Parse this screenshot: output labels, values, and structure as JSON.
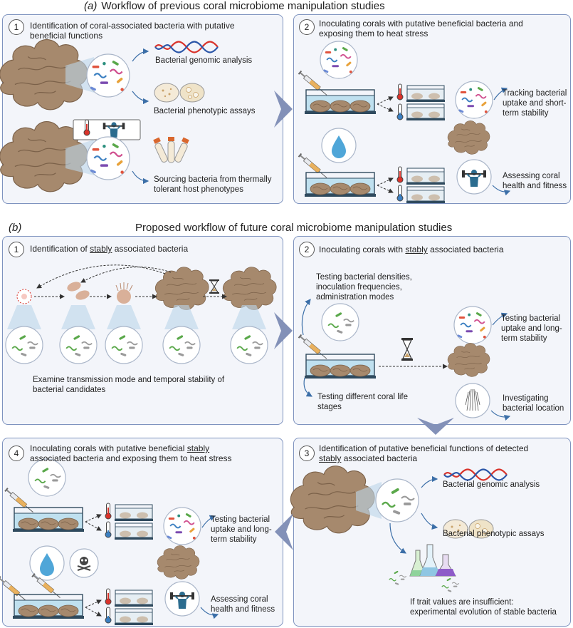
{
  "section_a": {
    "tag": "(a)",
    "title": "Workflow of previous coral microbiome manipulation studies",
    "panel1": {
      "number": "1",
      "title_line1": "Identification of coral-associated bacteria with putative",
      "title_line2": "beneficial functions",
      "genomic": "Bacterial genomic analysis",
      "phenotypic": "Bacterial phenotypic assays",
      "sourcing_line1": "Sourcing bacteria from thermally",
      "sourcing_line2": "tolerant host phenotypes"
    },
    "panel2": {
      "number": "2",
      "title_line1": "Inoculating corals with putative beneficial bacteria and",
      "title_line2": "exposing them to heat stress",
      "tracking_line1": "Tracking bacterial",
      "tracking_line2": "uptake and short-",
      "tracking_line3": "term stability",
      "assess_line1": "Assessing coral",
      "assess_line2": "health and fitness"
    }
  },
  "section_b": {
    "tag": "(b)",
    "title": "Proposed workflow of future coral microbiome manipulation studies",
    "panel1": {
      "number": "1",
      "title_pre": "Identification of ",
      "title_u": "stably",
      "title_post": " associated bacteria",
      "examine_line1": "Examine transmission mode and temporal stability of",
      "examine_line2": "bacterial candidates"
    },
    "panel2": {
      "number": "2",
      "title_pre": "Inoculating corals with ",
      "title_u": "stably",
      "title_post": " associated bacteria",
      "densities_line1": "Testing bacterial densities,",
      "densities_line2": "inoculation frequencies,",
      "densities_line3": "administration modes",
      "stages_line1": "Testing different coral life",
      "stages_line2": "stages",
      "uptake_line1": "Testing bacterial",
      "uptake_line2": "uptake and long-",
      "uptake_line3": "term stability",
      "location_line1": "Investigating",
      "location_line2": "bacterial location"
    },
    "panel3": {
      "number": "3",
      "title_line1_pre": "Identification of putative beneficial functions of detected",
      "title_line2_u": "stably",
      "title_line2_post": " associated bacteria",
      "genomic": "Bacterial genomic analysis",
      "phenotypic": "Bacterial phenotypic assays",
      "evolution_line1": "If trait values are insufficient:",
      "evolution_line2": "experimental evolution of stable bacteria"
    },
    "panel4": {
      "number": "4",
      "title_line1_pre": "Inoculating corals with putative beneficial ",
      "title_line1_u": "stably",
      "title_line2": "associated bacteria and exposing them to heat stress",
      "uptake_line1": "Testing bacterial",
      "uptake_line2": "uptake and long-",
      "uptake_line3": "term stability",
      "assess_line1": "Assessing coral",
      "assess_line2": "health and fitness"
    }
  },
  "colors": {
    "panel_border": "#7e93bf",
    "panel_bg": "#f3f5fa",
    "arrow": "#8391b8",
    "coral": "#a6896d",
    "water": "#bfe0ef",
    "tank": "#2f4a5e"
  }
}
